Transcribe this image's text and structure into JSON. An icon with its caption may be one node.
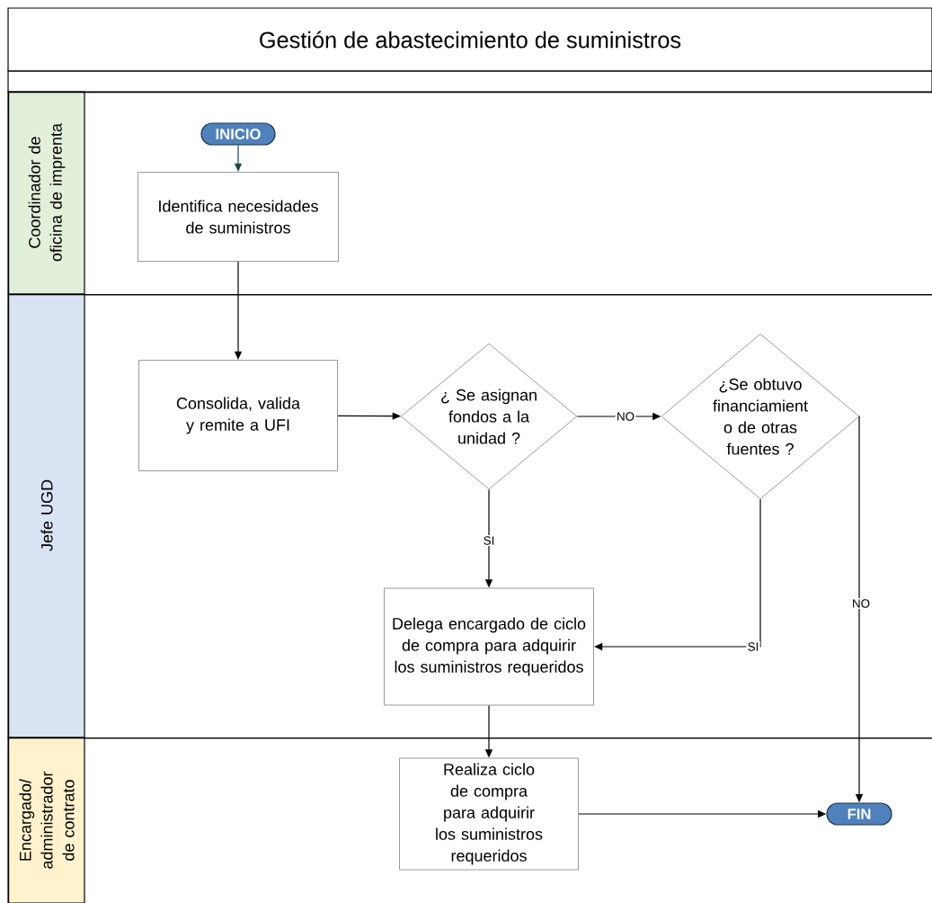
{
  "diagram": {
    "title": "Gestión de abastecimiento de suministros",
    "nodes": [
      {
        "text": [
          "Coordinador de oficina de imprenta"
        ]
      },
      {
        "text": [
          "INICIO"
        ],
        "in": 0
      },
      {
        "text": [
          "Identifica necesidades de suministros"
        ],
        "in": 0
      },
      {
        "text": [
          "Jefe UGD"
        ]
      },
      {
        "text": [
          "Consolida, valida y remite a UFI"
        ],
        "in": 3
      },
      {
        "text": [
          "¿ Se asignan fondos  a la unidad ?"
        ],
        "in": 3
      },
      {
        "text": [
          "¿Se obtuvo financiamient o de otras fuentes ?"
        ],
        "in": 3
      },
      {
        "text": [
          "Delega encargado de ciclo de compra para adquirir los suministros requeridos"
        ],
        "in": 3
      },
      {
        "text": [
          "Encargado/ administrador de contrato"
        ]
      },
      {
        "text": [
          "Realiza ciclo de compra para adquirir los suministros requeridos"
        ],
        "in": 8
      },
      {
        "text": [
          "FIN"
        ],
        "in": 8
      }
    ],
    "edges": [
      {
        "from": 1,
        "to": 2,
        "arrow": "to",
        "color": "#1d4a4c"
      },
      {
        "from": 2,
        "to": 4,
        "arrow": "to"
      },
      {
        "from": 4,
        "to": 5,
        "arrow": "to"
      },
      {
        "from": 5,
        "to": 6,
        "arrow": "to",
        "label": "NO"
      },
      {
        "from": 5,
        "to": 7,
        "arrow": "to",
        "label": "SI"
      },
      {
        "from": 6,
        "to": 7,
        "arrow": "to",
        "label": "SI"
      },
      {
        "from": 6,
        "to": 10,
        "arrow": "to",
        "label": "NO"
      },
      {
        "from": 7,
        "to": 9,
        "arrow": "to"
      },
      {
        "from": 9,
        "to": 10,
        "arrow": "to"
      }
    ]
  }
}
